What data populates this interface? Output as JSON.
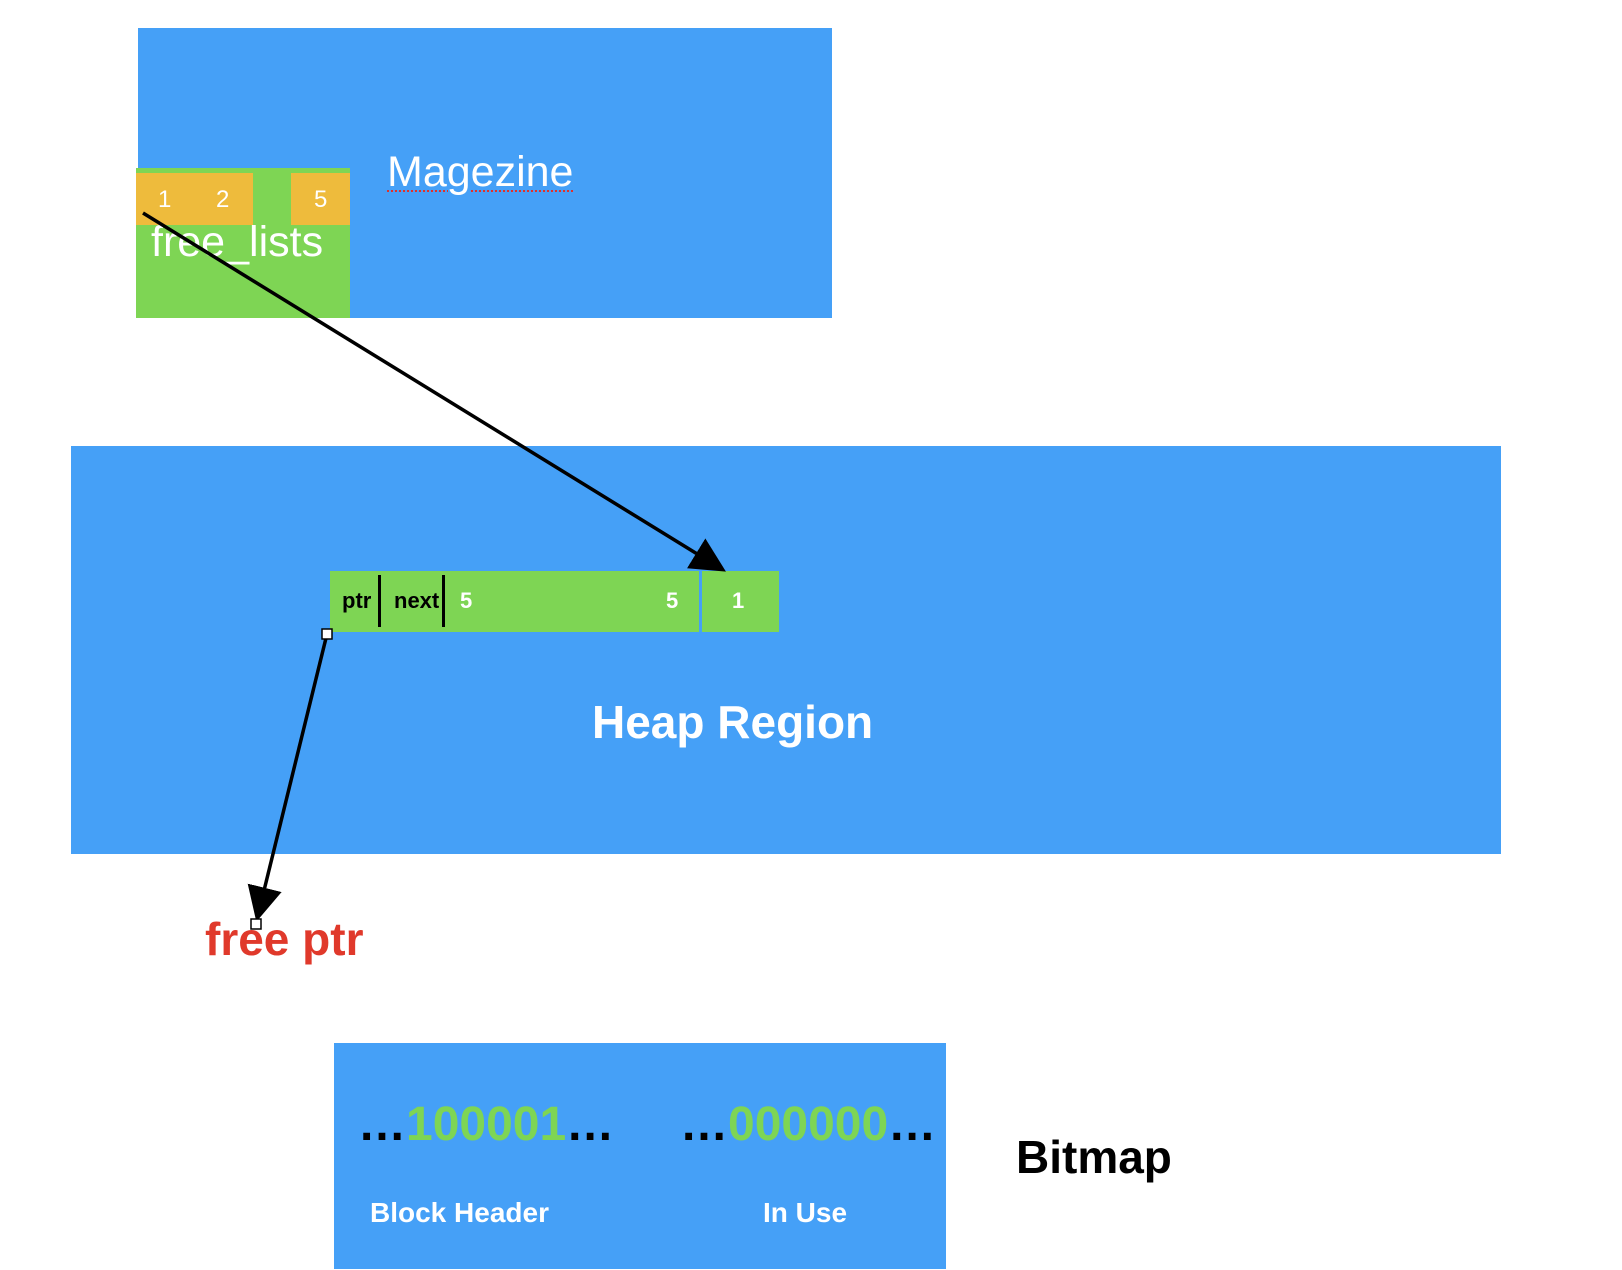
{
  "magazine": {
    "title": "Magezine"
  },
  "free_lists": {
    "label": "free_lists",
    "slots": [
      "1",
      "2",
      "5"
    ]
  },
  "heap": {
    "title": "Heap Region",
    "block": {
      "ptr_label": "ptr",
      "next_label": "next",
      "start_size": "5",
      "end_size": "5",
      "neighbor": "1"
    }
  },
  "free_ptr": {
    "label": "free ptr"
  },
  "bitmap": {
    "title": "Bitmap",
    "dots": "…",
    "block_header_bits": "100001",
    "in_use_bits": "000000",
    "block_header_label": "Block Header",
    "in_use_label": "In Use"
  },
  "colors": {
    "region": "#45a0f7",
    "free_block": "#7ed554",
    "list_slot": "#eebb3c",
    "free_ptr_text": "#e0392b"
  }
}
